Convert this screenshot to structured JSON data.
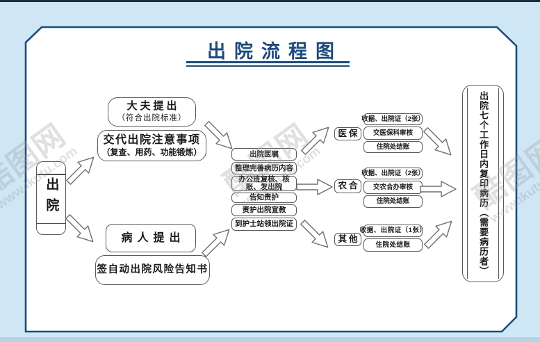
{
  "title": "出院流程图",
  "watermark": {
    "logo": "酷图网",
    "url": "www.ikutu.com"
  },
  "flow": {
    "start": "出院",
    "doctor_proposal": {
      "line1": "大夫提出",
      "line2": "（符合出院标准）"
    },
    "discharge_instructions": {
      "line1": "交代出院注意事项",
      "line2": "（复查、用药、功能锻炼）"
    },
    "patient_proposal": "病人提出",
    "risk_notice": "签自动出院风险告知书",
    "middle_steps": [
      "出院医嘱",
      "整理完善病历内容",
      "办公班复核、核账、发出院",
      "告知责护",
      "责护出院宣教",
      "到护士站领出院证"
    ],
    "branches": [
      {
        "label": "医保",
        "steps": [
          "收据、出院证（2张）",
          "交医保科审核",
          "住院处结账"
        ]
      },
      {
        "label": "农合",
        "steps": [
          "收据、出院证（2张）",
          "交农合办审核",
          "住院处结账"
        ]
      },
      {
        "label": "其他",
        "steps": [
          "收据、出院证（1张）",
          "住院处结账"
        ]
      }
    ],
    "final_note": "出院七个工作日内复印病历（需要病历者）"
  }
}
